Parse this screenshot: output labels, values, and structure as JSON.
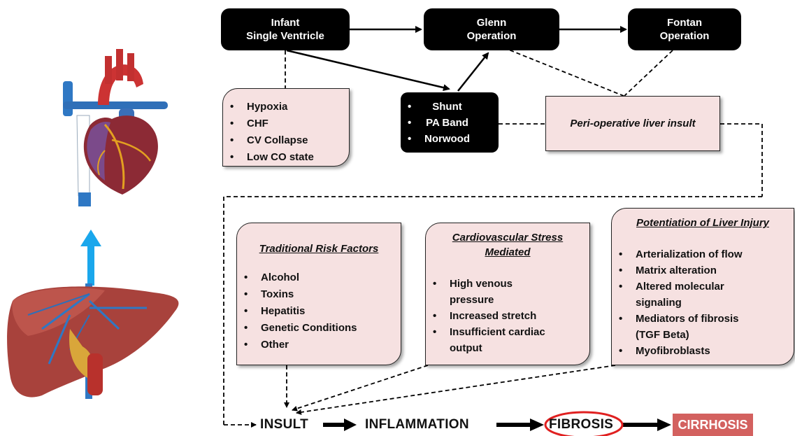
{
  "diagram": {
    "top_boxes": {
      "infant": [
        "Infant",
        "Single Ventricle"
      ],
      "glenn": [
        "Glenn",
        "Operation"
      ],
      "fontan": [
        "Fontan",
        "Operation"
      ]
    },
    "early_conditions": [
      "Hypoxia",
      "CHF",
      "CV Collapse",
      "Low CO state"
    ],
    "procedures": [
      "Shunt",
      "PA Band",
      "Norwood"
    ],
    "perioperative_label": "Peri-operative liver insult",
    "traditional": {
      "title": "Traditional Risk Factors",
      "items": [
        "Alcohol",
        "Toxins",
        "Hepatitis",
        "Genetic Conditions",
        "Other"
      ]
    },
    "cardiovascular": {
      "title": [
        "Cardiovascular Stress",
        "Mediated"
      ],
      "items": [
        [
          "High venous",
          "pressure"
        ],
        [
          "Increased stretch"
        ],
        [
          "Insufficient cardiac",
          "output"
        ]
      ]
    },
    "potentiation": {
      "title": "Potentiation of Liver Injury",
      "items": [
        [
          "Arterialization of flow"
        ],
        [
          "Matrix alteration"
        ],
        [
          "Altered molecular",
          "signaling"
        ],
        [
          "Mediators of fibrosis",
          "(TGF Beta)"
        ],
        [
          "Myofibroblasts"
        ]
      ]
    },
    "flow": {
      "insult": "INSULT",
      "inflammation": "INFLAMMATION",
      "fibrosis": "FIBROSIS",
      "cirrhosis": "CIRRHOSIS"
    },
    "colors": {
      "box_black": "#000000",
      "box_pink": "#f6e1e1",
      "cirrhosis_fill": "#d3615f",
      "fibrosis_ring": "#e02020",
      "liver_to_heart_arrow": "#1aa7ec"
    }
  }
}
